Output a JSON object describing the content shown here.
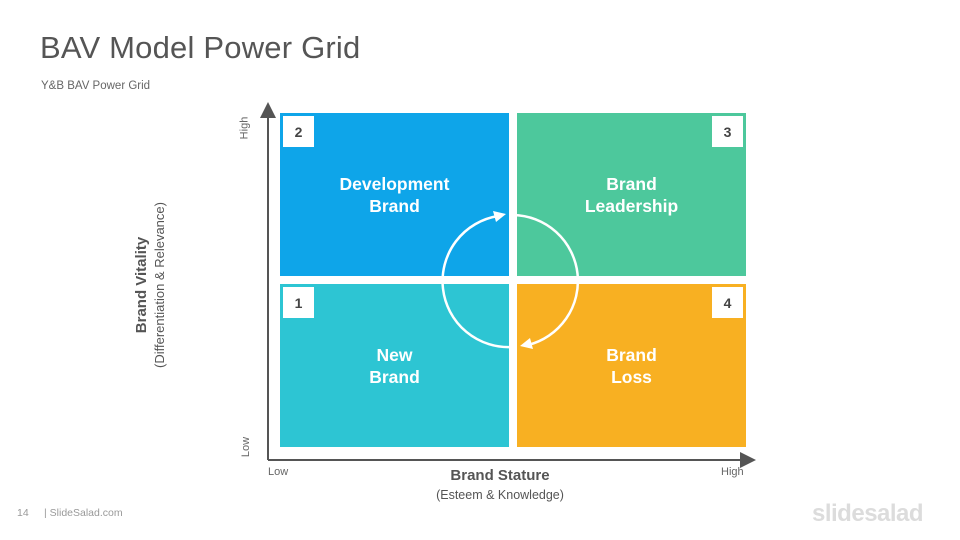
{
  "slide": {
    "title": "BAV Model Power Grid",
    "subtitle": "Y&B BAV Power Grid",
    "page_number": "14",
    "footer_site": "| SlideSalad.com",
    "logo_text": "slidesalad"
  },
  "axes": {
    "y_title": "Brand Vitality",
    "y_subtitle": "(Differentiation & Relevance)",
    "y_high": "High",
    "y_low": "Low",
    "x_title": "Brand Stature",
    "x_subtitle": "(Esteem & Knowledge)",
    "x_low": "Low",
    "x_high": "High"
  },
  "quadrants": [
    {
      "number": "1",
      "line1": "New",
      "line2": "Brand",
      "color": "#2DC5D3"
    },
    {
      "number": "2",
      "line1": "Development",
      "line2": "Brand",
      "color": "#0EA5E9"
    },
    {
      "number": "3",
      "line1": "Brand",
      "line2": "Leadership",
      "color": "#4DC89C"
    },
    {
      "number": "4",
      "line1": "Brand",
      "line2": "Loss",
      "color": "#F8B022"
    }
  ],
  "colors": {
    "axis": "#555555",
    "cycle_arrow": "#ffffff"
  }
}
